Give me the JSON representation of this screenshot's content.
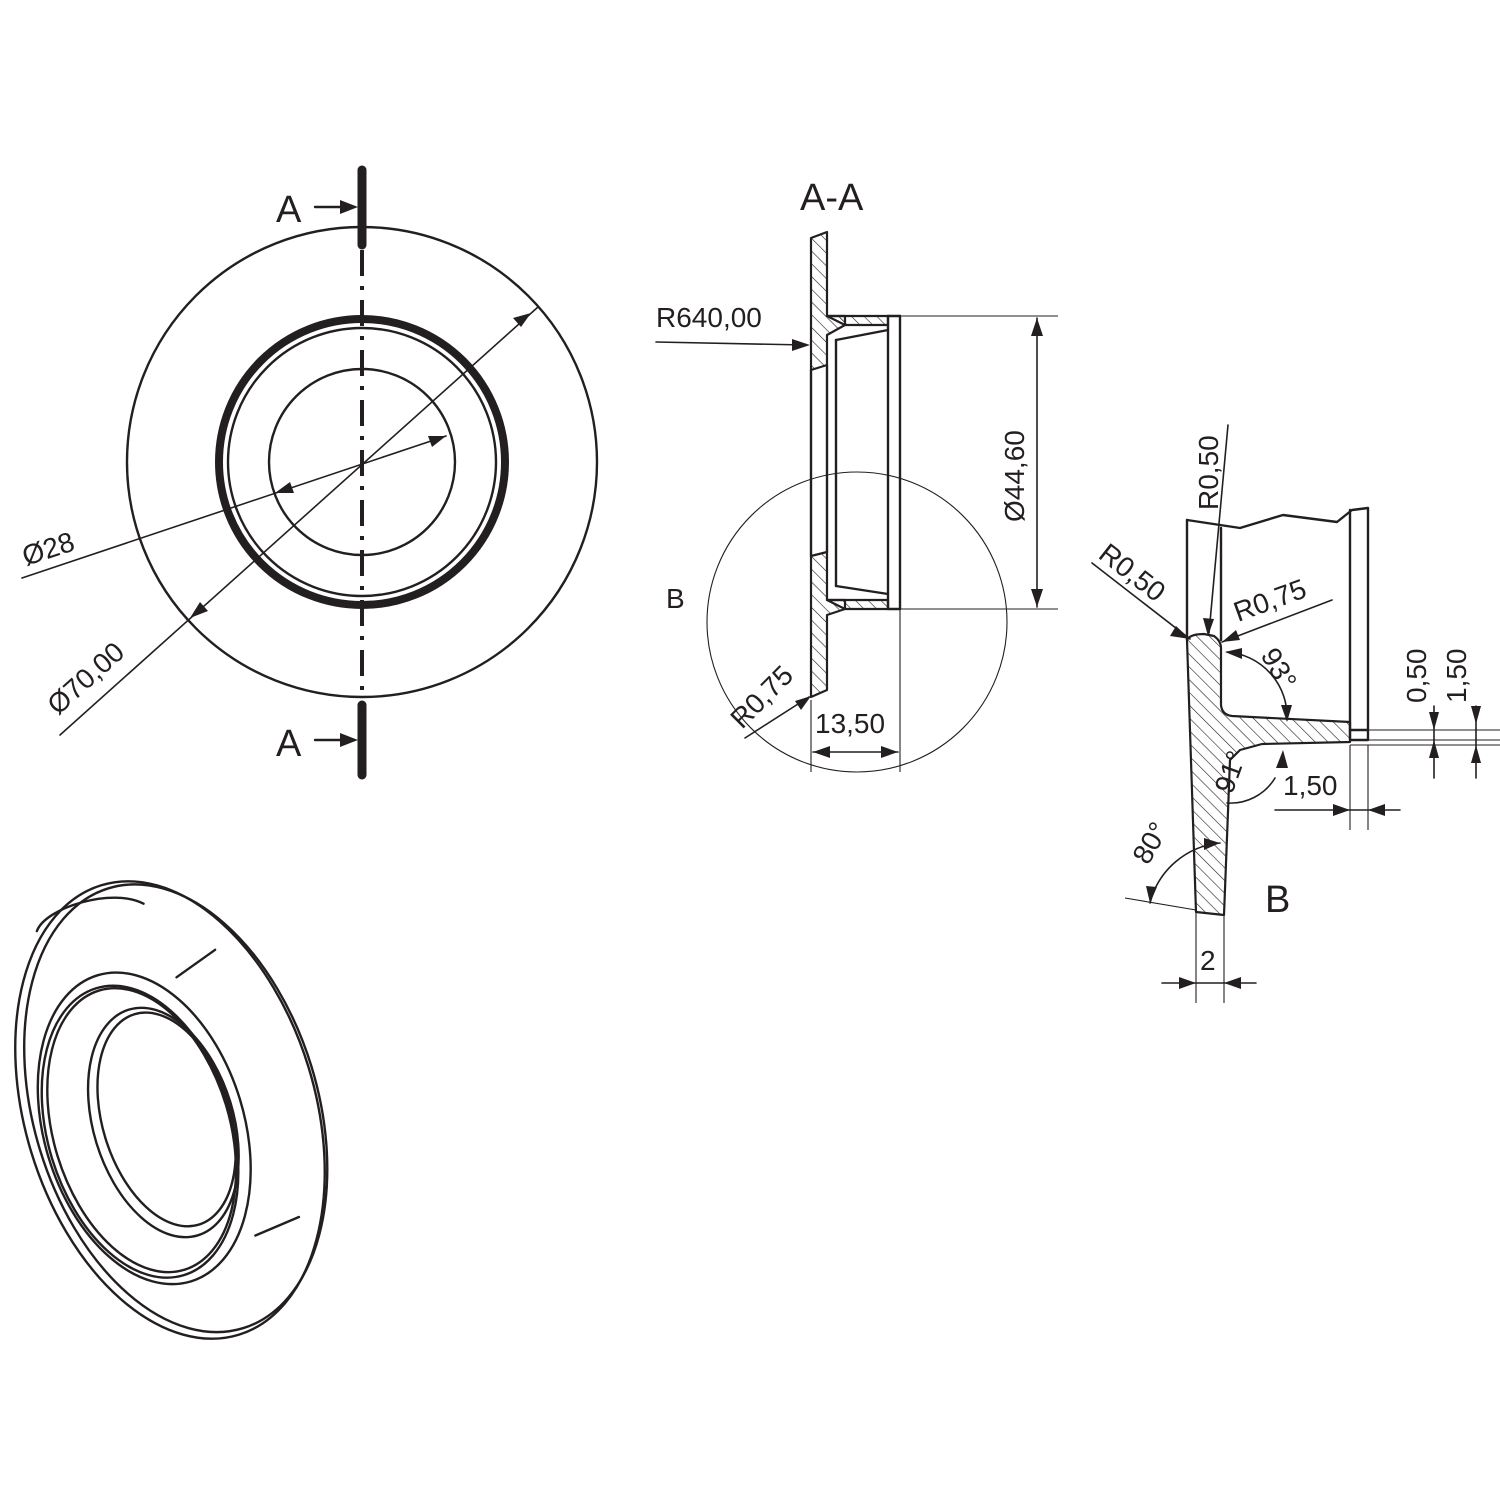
{
  "front_view": {
    "section_mark_top": "A",
    "section_mark_bottom": "A",
    "dim_outer_diameter": "Ø70,00",
    "dim_inner_diameter": "Ø28"
  },
  "section_view": {
    "title": "A-A",
    "detail_ref": "B",
    "dim_flange_radius": "R640,00",
    "dim_collar_diameter": "Ø44,60",
    "dim_width": "13,50",
    "dim_edge_radius": "R0,75"
  },
  "detail_view": {
    "title": "B",
    "dim_radius_top": "R0,50",
    "dim_radius_left": "R0,50",
    "dim_radius_right": "R0,75",
    "angle_inner": "93°",
    "angle_lower": "91°",
    "angle_flange": "80°",
    "dim_step_a": "0,50",
    "dim_step_b": "1,50",
    "dim_lip": "1,50",
    "dim_thickness": "2"
  }
}
